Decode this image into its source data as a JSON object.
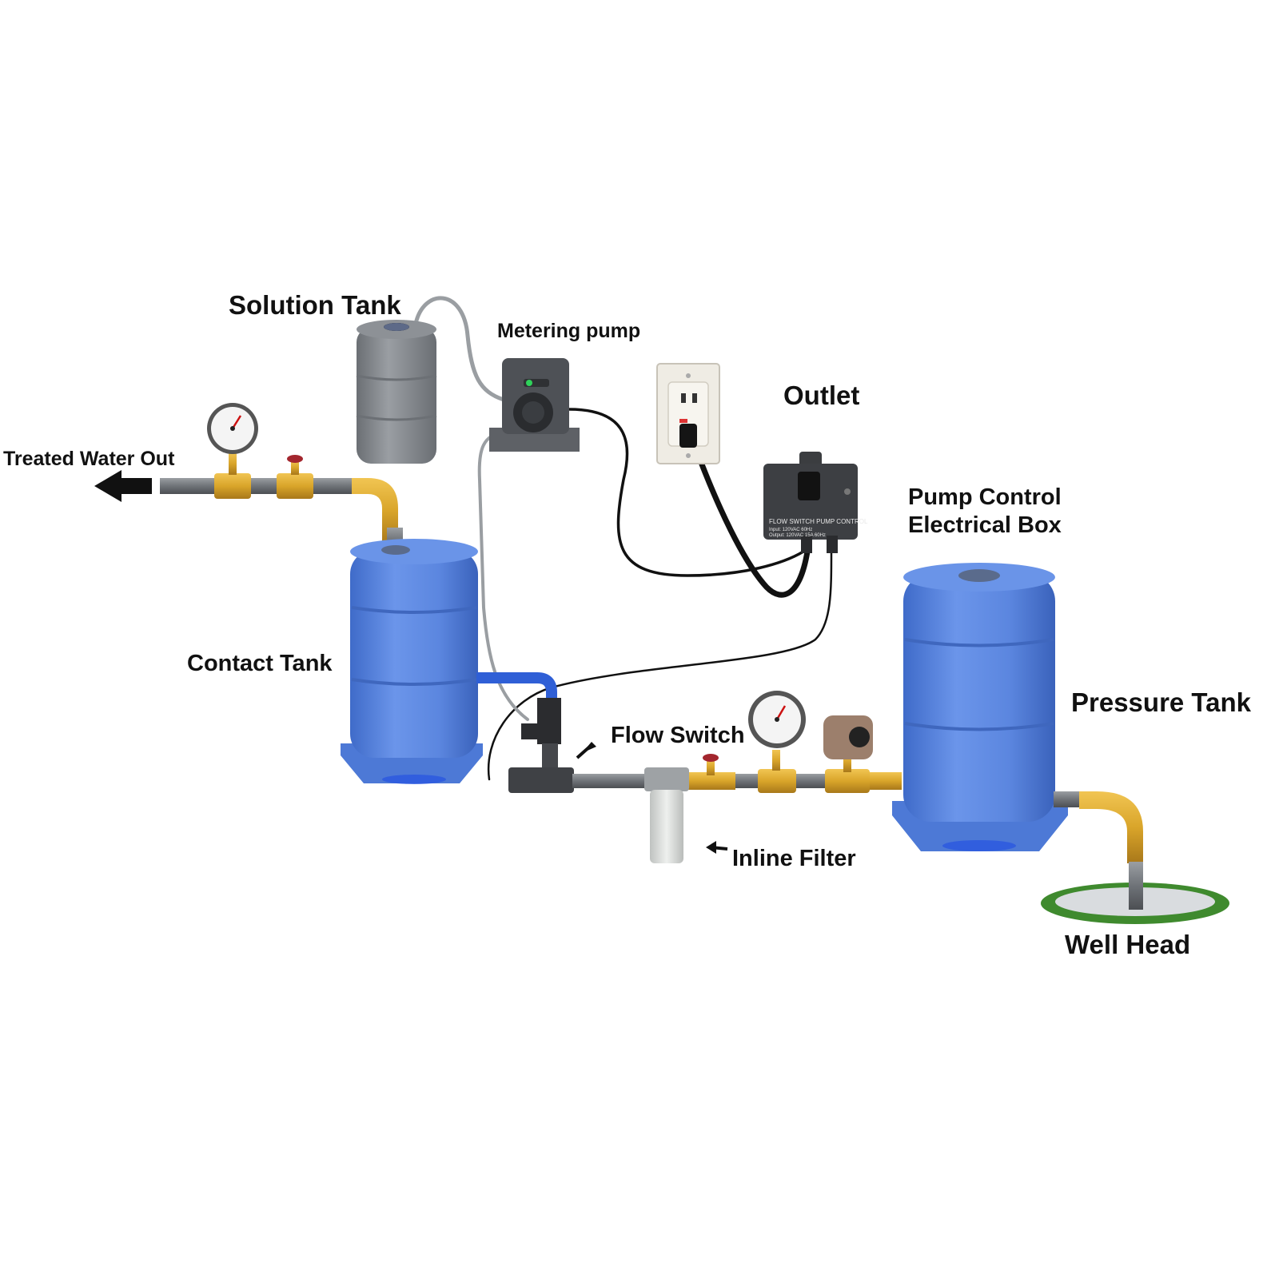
{
  "labels": {
    "solution_tank": "Solution Tank",
    "metering_pump": "Metering pump",
    "outlet": "Outlet",
    "treated_water_out": "Treated Water Out",
    "pump_control_box_line1": "Pump Control",
    "pump_control_box_line2": "Electrical Box",
    "contact_tank": "Contact Tank",
    "pressure_tank": "Pressure Tank",
    "flow_switch": "Flow Switch",
    "inline_filter": "Inline Filter",
    "well_head": "Well Head"
  },
  "control_box_text": {
    "title": "FLOW SWITCH PUMP CONTROL",
    "spec_line1": "Input: 120VAC 60Hz",
    "spec_line2": "Output: 120VAC 15A 60Hz"
  },
  "colors": {
    "tank_blue": "#5b86df",
    "tank_blue_dark": "#3f6bc9",
    "solution_tank_gray": "#84888d",
    "brass": "#d9a52a",
    "pipe_gray": "#6f7378",
    "cable_black": "#111111",
    "grass_green": "#3f8a2e"
  },
  "icons": [
    "pressure-gauge-icon",
    "valve-icon",
    "flow-arrow-icon"
  ]
}
